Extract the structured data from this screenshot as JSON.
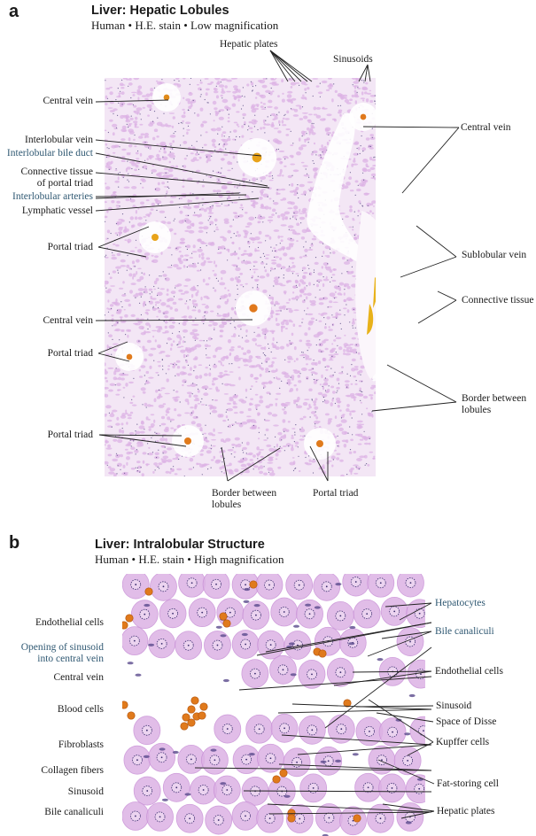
{
  "panel_a": {
    "letter": "a",
    "title": "Liver: Hepatic Lobules",
    "subtitle": "Human • H.E. stain • Low magnification",
    "labels": {
      "hepatic_plates": "Hepatic plates",
      "sinusoids": "Sinusoids",
      "central_vein_top_left": "Central vein",
      "interlobular_vein": "Interlobular vein",
      "interlobular_bile_duct": "Interlobular bile duct",
      "connective_tissue_portal_1": "Connective tissue",
      "connective_tissue_portal_2": "of portal triad",
      "interlobular_arteries": "Interlobular arteries",
      "lymphatic_vessel": "Lymphatic vessel",
      "portal_triad_1": "Portal triad",
      "central_vein_mid": "Central vein",
      "portal_triad_2": "Portal triad",
      "portal_triad_3": "Portal triad",
      "central_vein_right": "Central vein",
      "sublobular_vein": "Sublobular vein",
      "connective_tissue": "Connective tissue",
      "border_right_1": "Border between",
      "border_right_2": "lobules",
      "border_bottom_1": "Border between",
      "border_bottom_2": "lobules",
      "portal_triad_bottom": "Portal triad"
    }
  },
  "panel_b": {
    "letter": "b",
    "title": "Liver: Intralobular Structure",
    "subtitle": "Human • H.E. stain • High magnification",
    "labels": {
      "endothelial_cells_left": "Endothelial cells",
      "opening_1": "Opening of sinusoid",
      "opening_2": "into central vein",
      "central_vein": "Central vein",
      "blood_cells": "Blood cells",
      "fibroblasts": "Fibroblasts",
      "collagen_fibers": "Collagen fibers",
      "sinusoid_left": "Sinusoid",
      "bile_canaliculi_left": "Bile canaliculi",
      "hepatocytes": "Hepatocytes",
      "bile_canaliculi_right": "Bile canaliculi",
      "endothelial_cells_right": "Endothelial cells",
      "sinusoid_right": "Sinusoid",
      "space_of_disse": "Space of Disse",
      "kupffer_cells": "Kupffer cells",
      "fat_storing_cell": "Fat-storing cell",
      "hepatic_plates": "Hepatic plates"
    }
  },
  "colors": {
    "tissue_pink": "#dcb2e4",
    "tissue_light": "#f3e6f5",
    "nucleus": "#3a2d6e",
    "blood_orange": "#e07a1c",
    "connective_yellow": "#e8b21a",
    "leader_line": "#222222",
    "blue_label": "#2f5872"
  }
}
